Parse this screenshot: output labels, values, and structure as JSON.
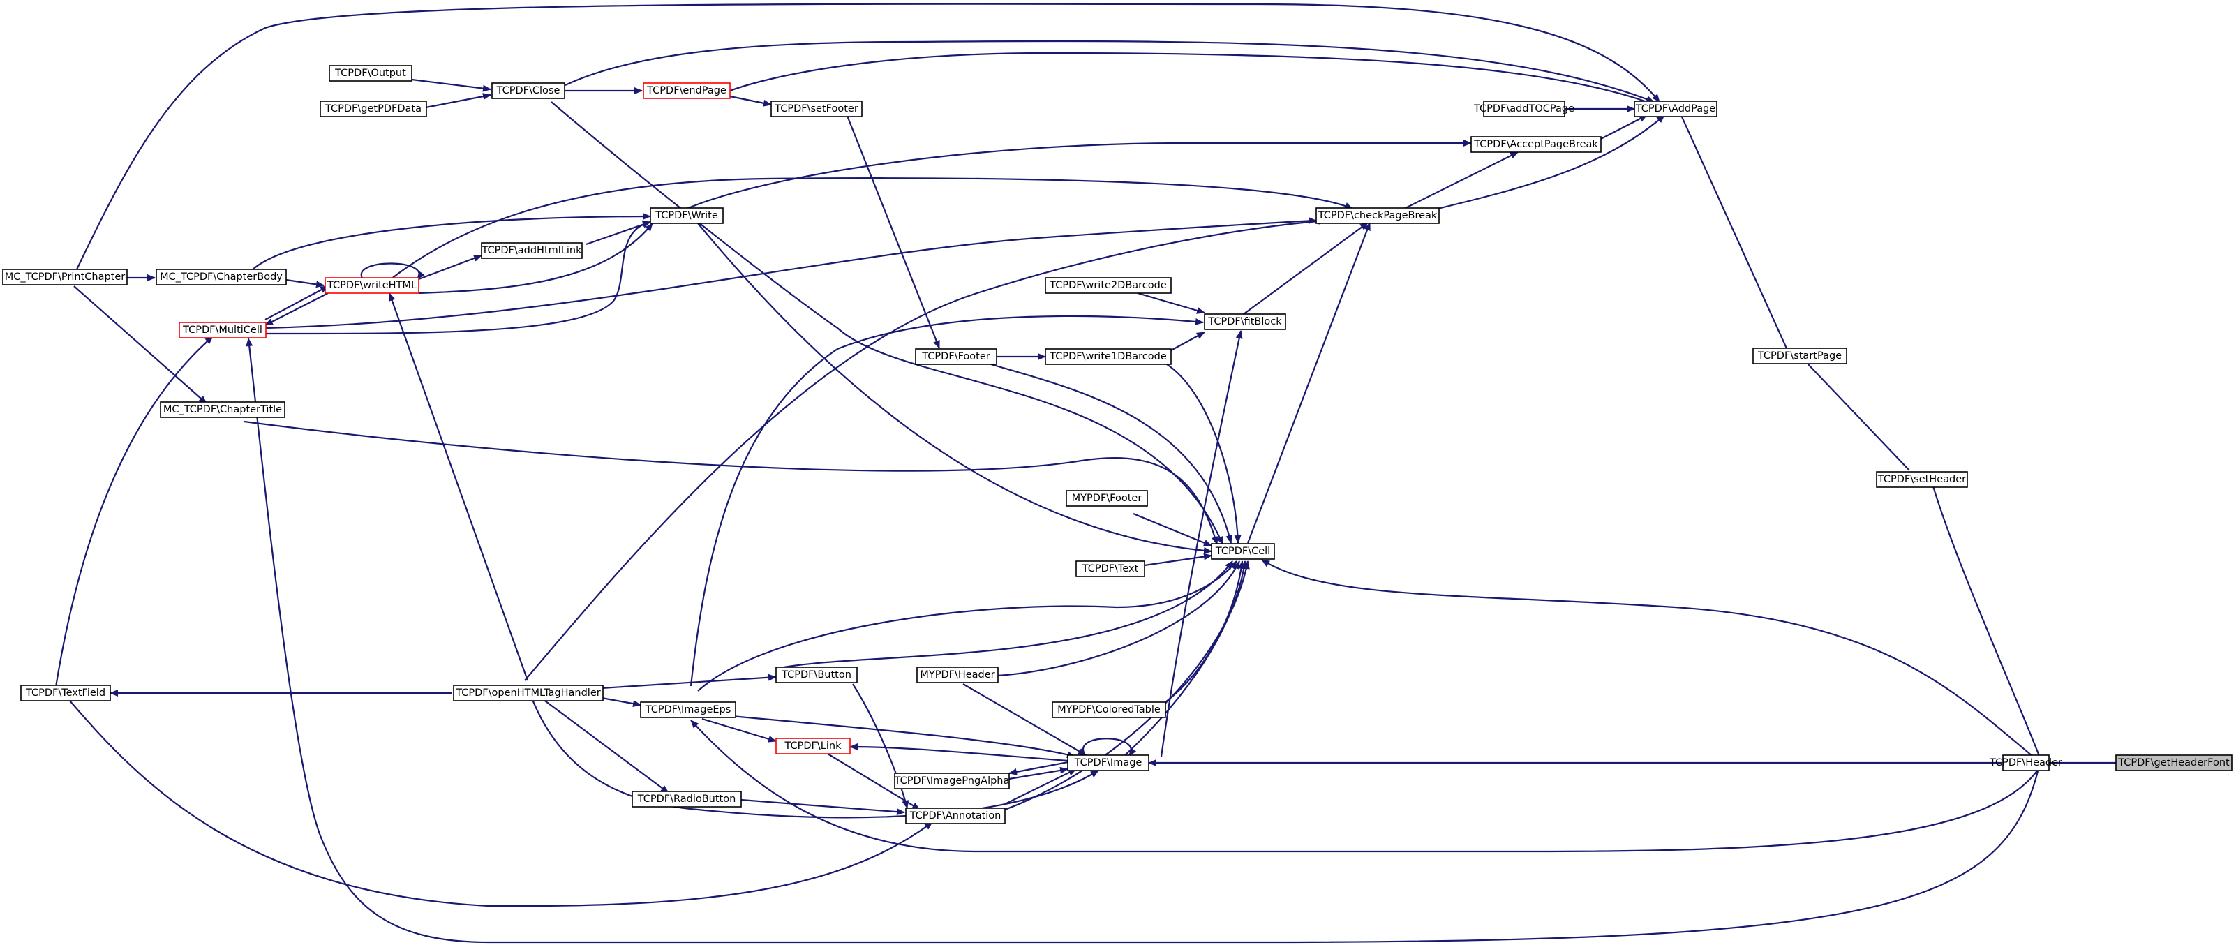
{
  "graph_title": "",
  "nodes": {
    "getHeaderFont": "TCPDF\\getHeaderFont",
    "Header": "TCPDF\\Header",
    "setHeader": "TCPDF\\setHeader",
    "startPage": "TCPDF\\startPage",
    "AddPage": "TCPDF\\AddPage",
    "addTOCPage": "TCPDF\\addTOCPage",
    "AcceptPageBreak": "TCPDF\\AcceptPageBreak",
    "checkPageBreak": "TCPDF\\checkPageBreak",
    "fitBlock": "TCPDF\\fitBlock",
    "Cell": "TCPDF\\Cell",
    "Image": "TCPDF\\Image",
    "write2DBarcode": "TCPDF\\write2DBarcode",
    "write1DBarcode": "TCPDF\\write1DBarcode",
    "Footer": "TCPDF\\Footer",
    "setFooter": "TCPDF\\setFooter",
    "endPage": "TCPDF\\endPage",
    "Close": "TCPDF\\Close",
    "Output": "TCPDF\\Output",
    "getPDFData": "TCPDF\\getPDFData",
    "Write": "TCPDF\\Write",
    "addHtmlLink": "TCPDF\\addHtmlLink",
    "writeHTML": "TCPDF\\writeHTML",
    "MultiCell": "TCPDF\\MultiCell",
    "ChapterBody": "MC_TCPDF\\ChapterBody",
    "PrintChapter": "MC_TCPDF\\PrintChapter",
    "ChapterTitle": "MC_TCPDF\\ChapterTitle",
    "MYFooter": "MYPDF\\Footer",
    "Text": "TCPDF\\Text",
    "MYHeader": "MYPDF\\Header",
    "ColoredTable": "MYPDF\\ColoredTable",
    "Button": "TCPDF\\Button",
    "openHTMLTagHandler": "TCPDF\\openHTMLTagHandler",
    "TextField": "TCPDF\\TextField",
    "ImageEps": "TCPDF\\ImageEps",
    "Link": "TCPDF\\Link",
    "ImagePngAlpha": "TCPDF\\ImagePngAlpha",
    "RadioButton": "TCPDF\\RadioButton",
    "Annotation": "TCPDF\\Annotation"
  },
  "styles": {
    "edge_color": "#191970",
    "highlight_border": "#ff0000",
    "target_fill": "#bfbfbf"
  }
}
